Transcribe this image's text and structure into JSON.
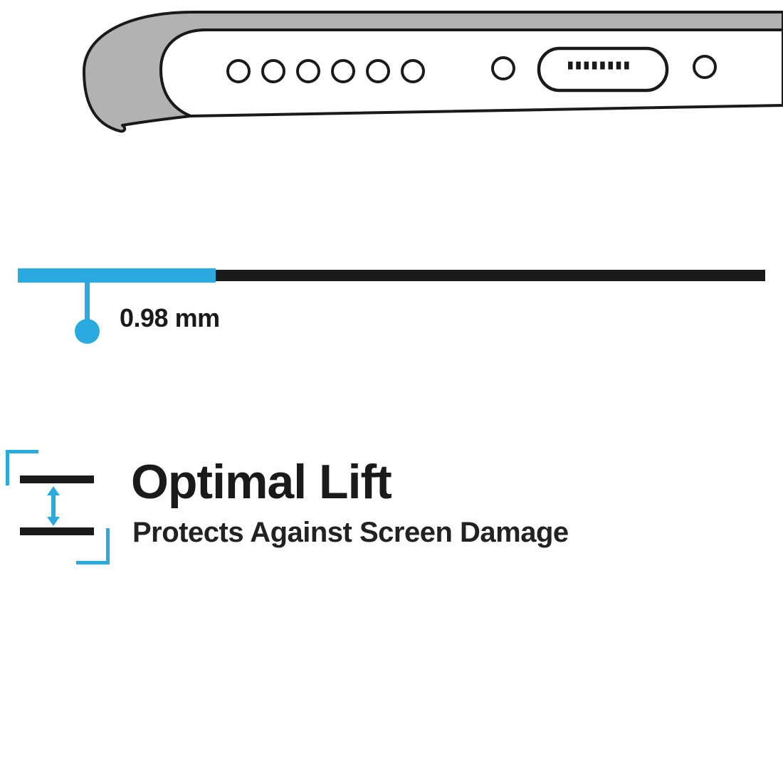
{
  "colors": {
    "accent": "#29abe2",
    "ink": "#1a1a1a",
    "case_gray": "#b2b2b4",
    "background": "#ffffff"
  },
  "diagram": {
    "description": "Cross-section of phone bottom edge inside case showing lift gap",
    "measurement_label": "0.98 mm",
    "speaker_hole_count": 6
  },
  "feature": {
    "title": "Optimal Lift",
    "subtitle": "Protects Against Screen Damage"
  }
}
